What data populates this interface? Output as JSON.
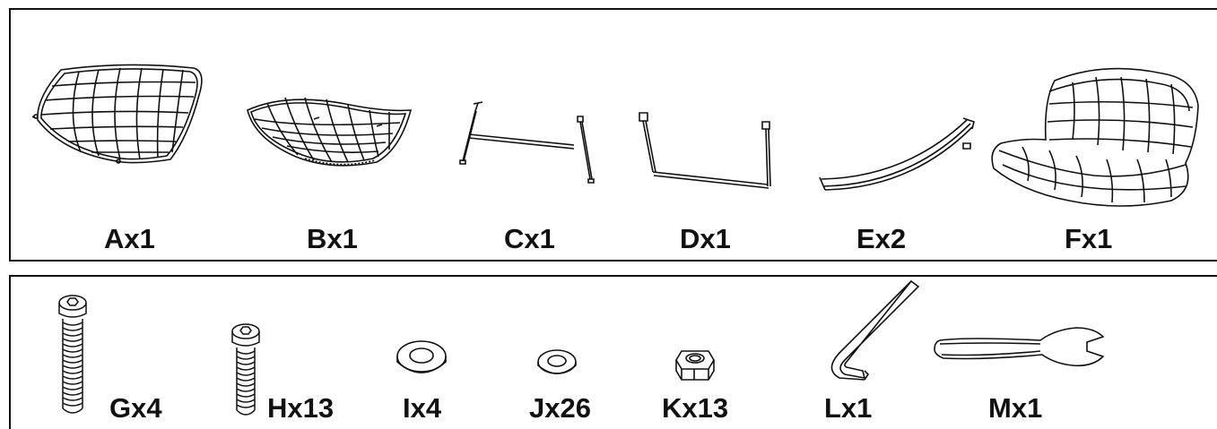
{
  "parts_panel": {
    "items": [
      {
        "id": "A",
        "label": "Ax1",
        "icon": "wire-seat-frame-icon"
      },
      {
        "id": "B",
        "label": "Bx1",
        "icon": "wire-basket-frame-icon"
      },
      {
        "id": "C",
        "label": "Cx1",
        "icon": "h-leg-frame-icon"
      },
      {
        "id": "D",
        "label": "Dx1",
        "icon": "u-leg-frame-icon"
      },
      {
        "id": "E",
        "label": "Ex2",
        "icon": "curved-rail-icon"
      },
      {
        "id": "F",
        "label": "Fx1",
        "icon": "seat-cushion-icon"
      }
    ]
  },
  "hardware_panel": {
    "items": [
      {
        "id": "G",
        "label": "Gx4",
        "icon": "long-bolt-icon"
      },
      {
        "id": "H",
        "label": "Hx13",
        "icon": "short-bolt-icon"
      },
      {
        "id": "I",
        "label": "Ix4",
        "icon": "large-washer-icon"
      },
      {
        "id": "J",
        "label": "Jx26",
        "icon": "small-washer-icon"
      },
      {
        "id": "K",
        "label": "Kx13",
        "icon": "hex-nut-icon"
      },
      {
        "id": "L",
        "label": "Lx1",
        "icon": "allen-key-icon"
      },
      {
        "id": "M",
        "label": "Mx1",
        "icon": "wrench-icon"
      }
    ]
  }
}
